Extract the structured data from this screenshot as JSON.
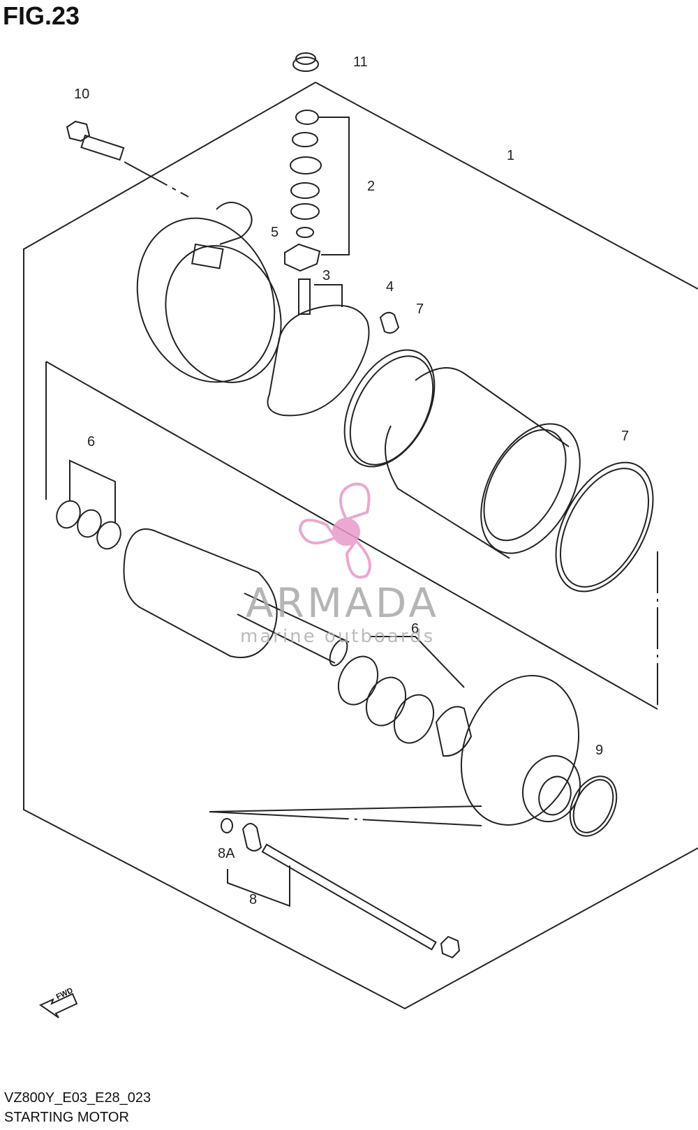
{
  "figure": {
    "title": "FIG.23",
    "code": "VZ800Y_E03_E28_023",
    "name": "STARTING MOTOR"
  },
  "callouts": [
    {
      "id": "c1",
      "label": "1"
    },
    {
      "id": "c2",
      "label": "2"
    },
    {
      "id": "c3",
      "label": "3"
    },
    {
      "id": "c4",
      "label": "4"
    },
    {
      "id": "c5",
      "label": "5"
    },
    {
      "id": "c6a",
      "label": "6"
    },
    {
      "id": "c6b",
      "label": "6"
    },
    {
      "id": "c7a",
      "label": "7"
    },
    {
      "id": "c7b",
      "label": "7"
    },
    {
      "id": "c8",
      "label": "8"
    },
    {
      "id": "c8a",
      "label": "8A"
    },
    {
      "id": "c9",
      "label": "9"
    },
    {
      "id": "c10",
      "label": "10"
    },
    {
      "id": "c11",
      "label": "11"
    }
  ],
  "fwd_label": "FWD",
  "watermark": {
    "name": "ARMADA",
    "tagline": "marine outboards",
    "accent": "#e89ac8"
  },
  "colors": {
    "line": "#222222",
    "background": "#ffffff"
  }
}
